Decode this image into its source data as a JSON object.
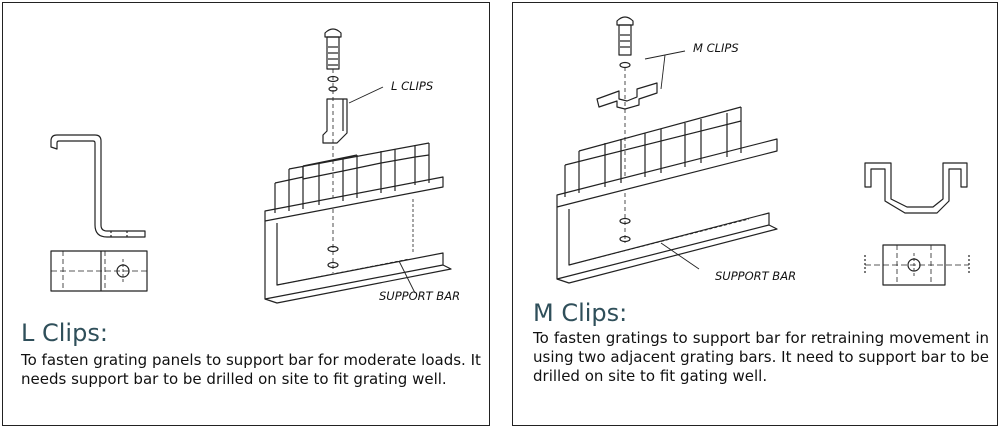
{
  "panels": [
    {
      "title": "L Clips:",
      "description": "To fasten grating panels to support bar for moderate loads. It needs support bar to be drilled on site to fit grating well.",
      "clip_label": "L CLIPS",
      "support_label": "SUPPORT BAR"
    },
    {
      "title": "M Clips:",
      "description": "To fasten gratings to support bar for retraining movement in using two adjacent grating bars. It need to support bar to be drilled on site to fit gating well.",
      "clip_label": "M CLIPS",
      "support_label": "SUPPORT BAR"
    }
  ],
  "colors": {
    "title": "#2f4f5a",
    "line": "#222222",
    "border": "#222222"
  }
}
